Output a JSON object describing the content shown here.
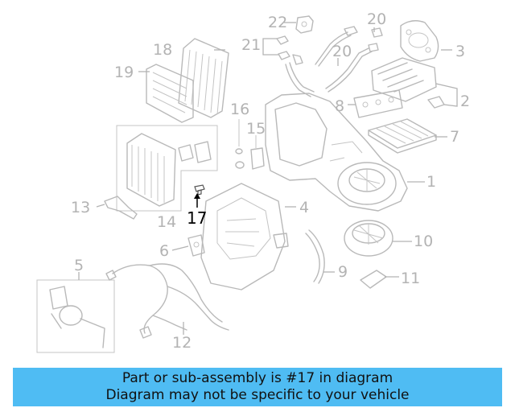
{
  "callouts": {
    "c1": "1",
    "c2": "2",
    "c3": "3",
    "c4": "4",
    "c5": "5",
    "c6": "6",
    "c7": "7",
    "c8": "8",
    "c9": "9",
    "c10": "10",
    "c11": "11",
    "c12": "12",
    "c13": "13",
    "c14": "14",
    "c15": "15",
    "c16": "16",
    "c17": "17",
    "c18": "18",
    "c19": "19",
    "c20a": "20",
    "c20b": "20",
    "c21": "21",
    "c22": "22"
  },
  "highlighted_part": "17",
  "banner": {
    "line1": "Part or sub-assembly is #17 in diagram",
    "line2": "Diagram may not be specific to your vehicle",
    "background": "#4fbcf3"
  },
  "colors": {
    "linework": "#b9b9b9",
    "callout_text": "#b3b3b3",
    "highlight": "#000000"
  }
}
